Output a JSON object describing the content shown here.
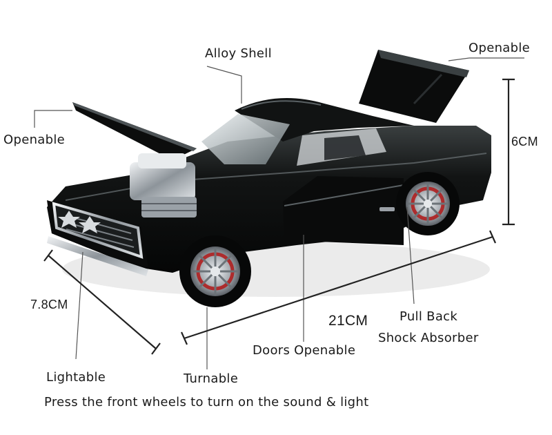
{
  "labels": {
    "alloy_shell": "Alloy Shell",
    "openable_trunk": "Openable",
    "openable_hood": "Openable",
    "height": "6CM",
    "width": "7.8CM",
    "length": "21CM",
    "pull_back": "Pull Back",
    "shock_absorber": "Shock Absorber",
    "doors_openable": "Doors Openable",
    "lightable": "Lightable",
    "turnable": "Turnable"
  },
  "caption": "Press the front wheels to turn on the sound & light",
  "product": {
    "body_color": "#0d0f0f",
    "chrome_color": "#c8ccd0",
    "rim_accent": "#b01818"
  }
}
